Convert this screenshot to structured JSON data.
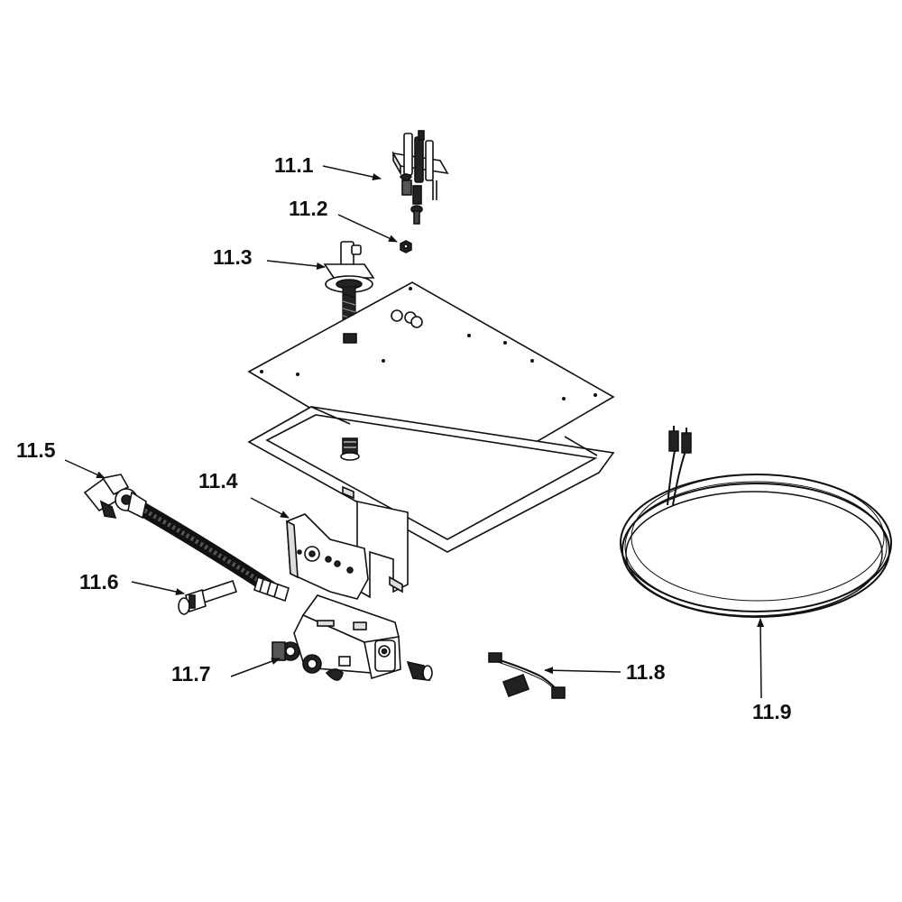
{
  "callouts": [
    {
      "id": "11.1",
      "label": "11.1"
    },
    {
      "id": "11.2",
      "label": "11.2"
    },
    {
      "id": "11.3",
      "label": "11.3"
    },
    {
      "id": "11.4",
      "label": "11.4"
    },
    {
      "id": "11.5",
      "label": "11.5"
    },
    {
      "id": "11.6",
      "label": "11.6"
    },
    {
      "id": "11.7",
      "label": "11.7"
    },
    {
      "id": "11.8",
      "label": "11.8"
    },
    {
      "id": "11.9",
      "label": "11.9"
    }
  ]
}
